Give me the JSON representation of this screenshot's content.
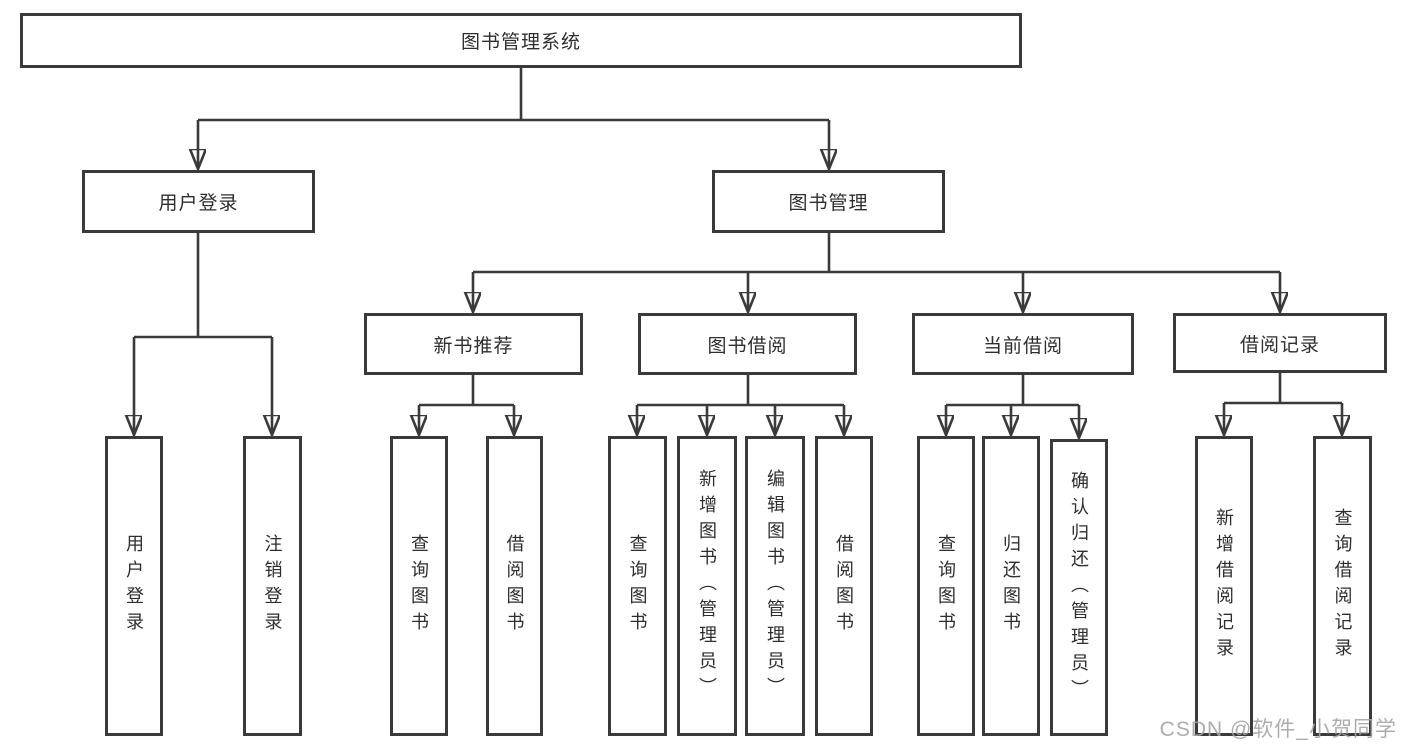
{
  "diagram": {
    "root": {
      "label": "图书管理系统"
    },
    "level2": [
      {
        "label": "用户登录",
        "leaves": [
          {
            "label": "用户登录"
          },
          {
            "label": "注销登录"
          }
        ]
      },
      {
        "label": "图书管理",
        "groups": [
          {
            "label": "新书推荐",
            "leaves": [
              {
                "label": "查询图书"
              },
              {
                "label": "借阅图书"
              }
            ]
          },
          {
            "label": "图书借阅",
            "leaves": [
              {
                "label": "查询图书"
              },
              {
                "label": "新增图书（管理员）"
              },
              {
                "label": "编辑图书（管理员）"
              },
              {
                "label": "借阅图书"
              }
            ]
          },
          {
            "label": "当前借阅",
            "leaves": [
              {
                "label": "查询图书"
              },
              {
                "label": "归还图书"
              },
              {
                "label": "确认归还（管理员）"
              }
            ]
          },
          {
            "label": "借阅记录",
            "leaves": [
              {
                "label": "新增借阅记录"
              },
              {
                "label": "查询借阅记录"
              }
            ]
          }
        ]
      }
    ]
  },
  "watermark": {
    "text": "CSDN @软件_小贺同学"
  },
  "colors": {
    "line": "#3a3a3c",
    "text": "#2e2e30",
    "watermark": "#a4a4a4",
    "background": "#ffffff"
  }
}
